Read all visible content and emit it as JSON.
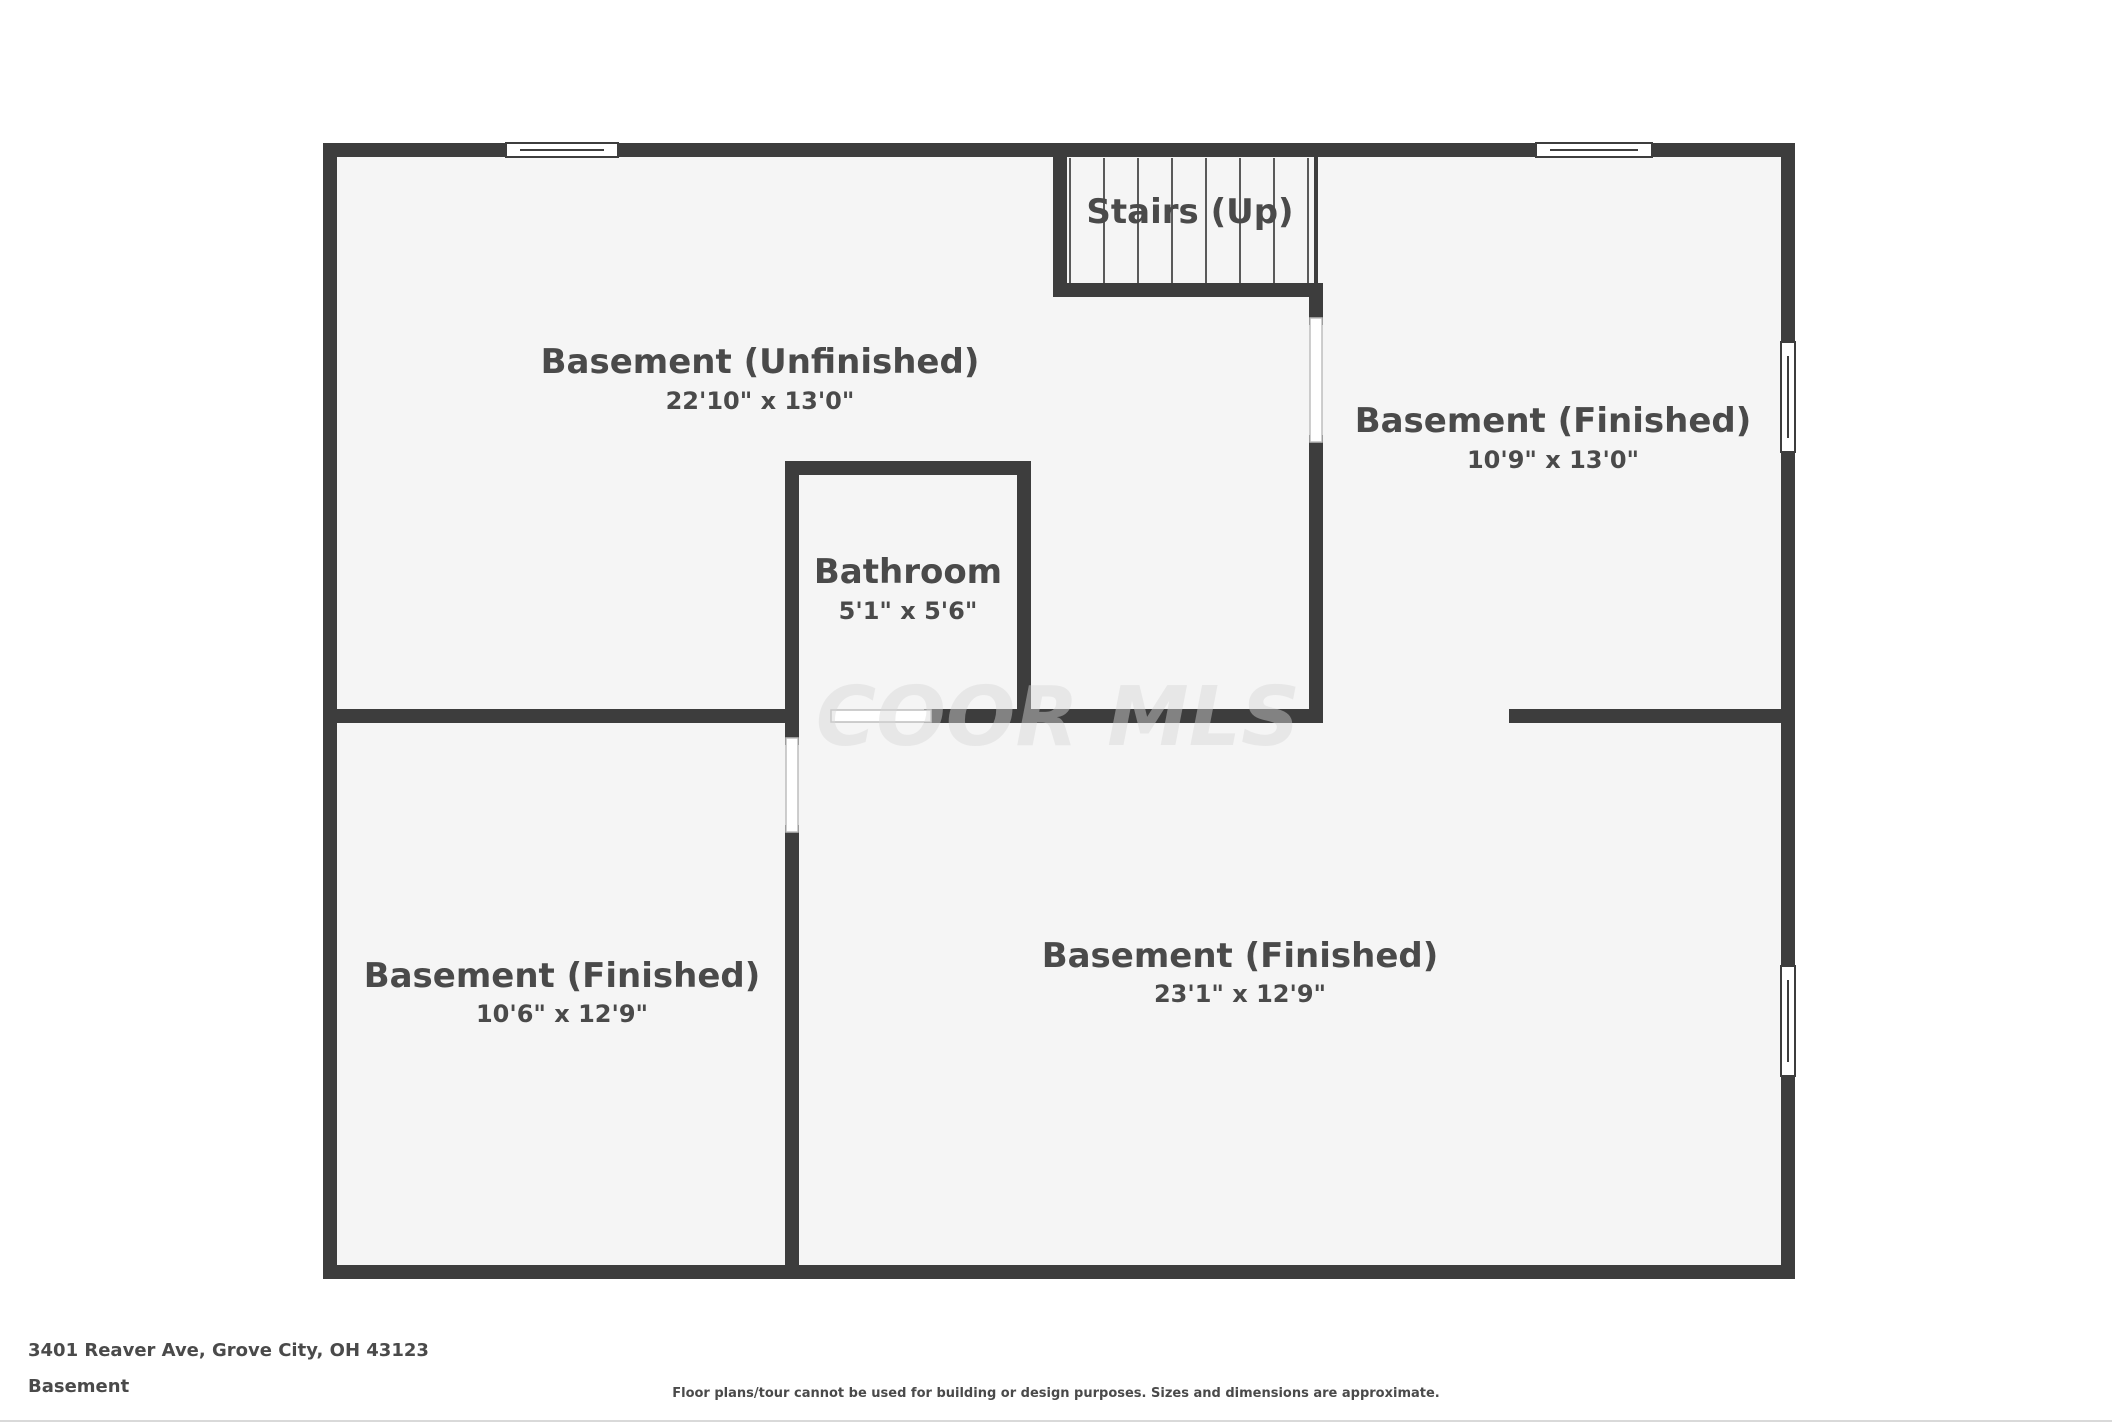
{
  "colors": {
    "wall": "#3d3d3d",
    "floor": "#f5f5f5",
    "window": "#ffffff",
    "text": "#4a4a4a"
  },
  "rooms": {
    "basement_unfinished": {
      "name": "Basement (Unfinished)",
      "dimensions": "22'10\" x 13'0\""
    },
    "stairs": {
      "name": "Stairs (Up)"
    },
    "basement_finished_ne": {
      "name": "Basement (Finished)",
      "dimensions": "10'9\" x 13'0\""
    },
    "bathroom": {
      "name": "Bathroom",
      "dimensions": "5'1\" x 5'6\""
    },
    "basement_finished_sw": {
      "name": "Basement (Finished)",
      "dimensions": "10'6\" x 12'9\""
    },
    "basement_finished_se": {
      "name": "Basement (Finished)",
      "dimensions": "23'1\" x 12'9\""
    }
  },
  "watermark": "COOR MLS",
  "footer": {
    "address": "3401 Reaver Ave, Grove City, OH 43123",
    "level": "Basement",
    "disclaimer": "Floor plans/tour cannot be used for building or design purposes. Sizes and dimensions are approximate."
  }
}
